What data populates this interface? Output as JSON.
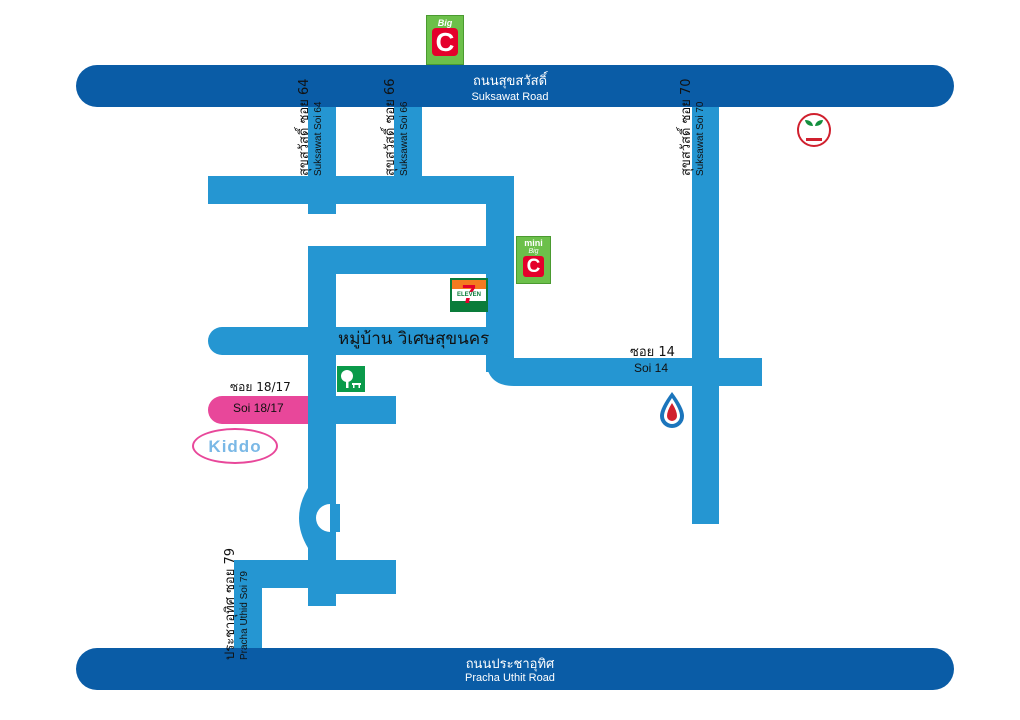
{
  "roads": {
    "top": {
      "th": "ถนนสุขสวัสดิ์",
      "en": "Suksawat Road"
    },
    "bottom": {
      "th": "ถนนประชาอุทิศ",
      "en": "Pracha Uthit Road"
    },
    "soi64": {
      "th": "สุขสวัสดิ์ ซอย 64",
      "en": "Suksawat Soi 64"
    },
    "soi66": {
      "th": "สุขสวัสดิ์ ซอย 66",
      "en": "Suksawat Soi 66"
    },
    "soi70": {
      "th": "สุขสวัสดิ์ ซอย 70",
      "en": "Suksawat Soi 70"
    },
    "soi79": {
      "th": "ประชาอุทิศ ซอย 79",
      "en": "Pracha Uthid Soi 79"
    },
    "soi14": {
      "th": "ซอย 14",
      "en": "Soi 14"
    },
    "soi1817": {
      "th": "ซอย 18/17",
      "en": "Soi 18/17"
    }
  },
  "village": {
    "name": "หมู่บ้าน วิเศษสุขนคร"
  },
  "landmarks": {
    "bigc": {
      "brand": "Big",
      "letter": "C"
    },
    "minibigc": {
      "mini": "mini",
      "brand": "Big",
      "letter": "C"
    },
    "seven": {
      "number": "7",
      "text": "ELEVEN"
    },
    "kiddo": {
      "text": "Kiddo"
    }
  },
  "colors": {
    "main_road": "#0a5ca6",
    "street": "#2596d2",
    "highlight": "#e8479a",
    "bigc_green": "#6cc04a",
    "bigc_red": "#e4002b",
    "kbank_green": "#138f3e",
    "ptt_red": "#d0202e",
    "ptt_blue": "#1b75bc"
  },
  "icons": [
    "bigc-logo-icon",
    "minibigc-logo-icon",
    "seven-eleven-logo-icon",
    "kbank-logo-icon",
    "ptt-station-icon",
    "park-icon",
    "kiddo-logo-icon"
  ]
}
